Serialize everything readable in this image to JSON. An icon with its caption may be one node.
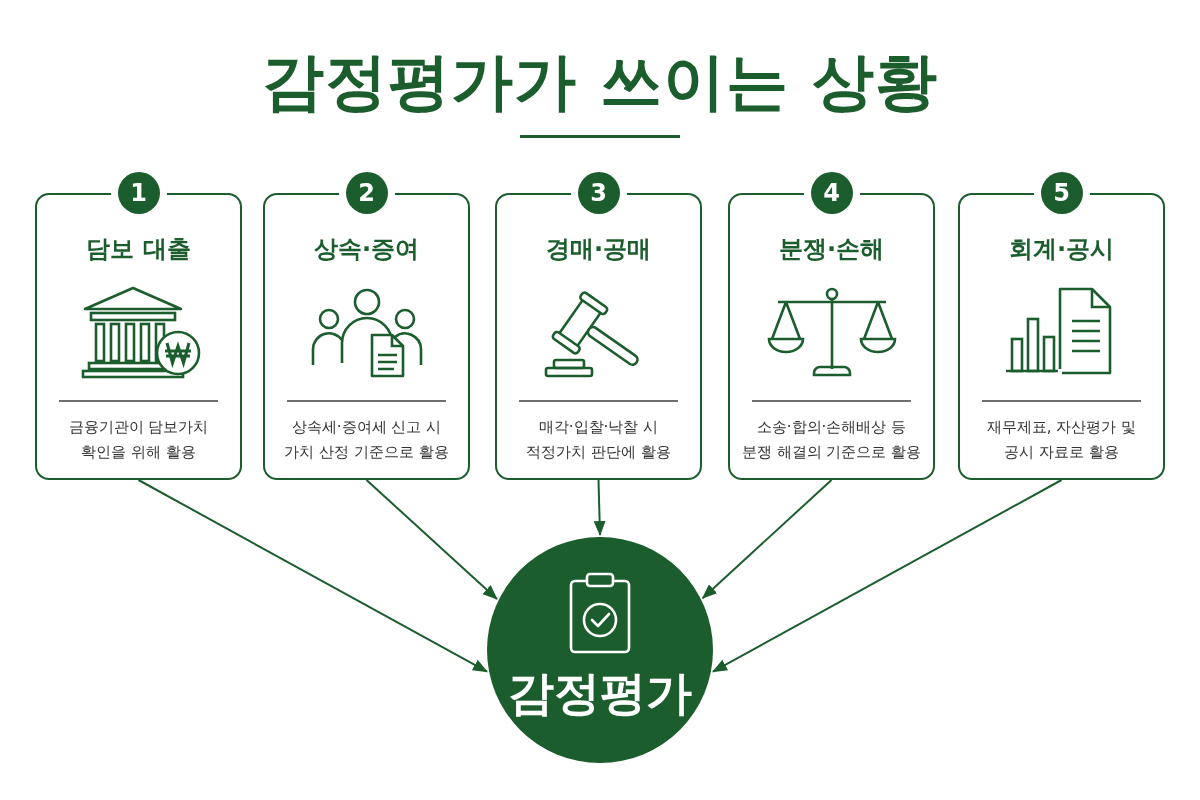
{
  "diagram": {
    "title": "감정평가가 쓰이는 상황",
    "nodes": [
      {
        "text": [
          "1",
          "담보 대출",
          "금융기관이 담보가치 확인을 위해 활용"
        ]
      },
      {
        "text": [
          "2",
          "상속·증여",
          "상속세·증여세 신고 시 가치 산정 기준으로 활용"
        ]
      },
      {
        "text": [
          "3",
          "경매·공매",
          "매각·입찰·낙찰 시 적정가치 판단에 활용"
        ]
      },
      {
        "text": [
          "4",
          "분쟁·손해",
          "소송·합의·손해배상 등 분쟁 해결의 기준으로 활용"
        ]
      },
      {
        "text": [
          "5",
          "회계·공시",
          "재무제표, 자산평가 및 공시 자료로 활용"
        ]
      },
      {
        "text": [
          "감정평가"
        ]
      }
    ],
    "edges": [
      {
        "from": 0,
        "to": 5,
        "arrow": "to"
      },
      {
        "from": 1,
        "to": 5,
        "arrow": "to"
      },
      {
        "from": 2,
        "to": 5,
        "arrow": "to"
      },
      {
        "from": 3,
        "to": 5,
        "arrow": "to"
      },
      {
        "from": 4,
        "to": 5,
        "arrow": "to"
      }
    ]
  }
}
